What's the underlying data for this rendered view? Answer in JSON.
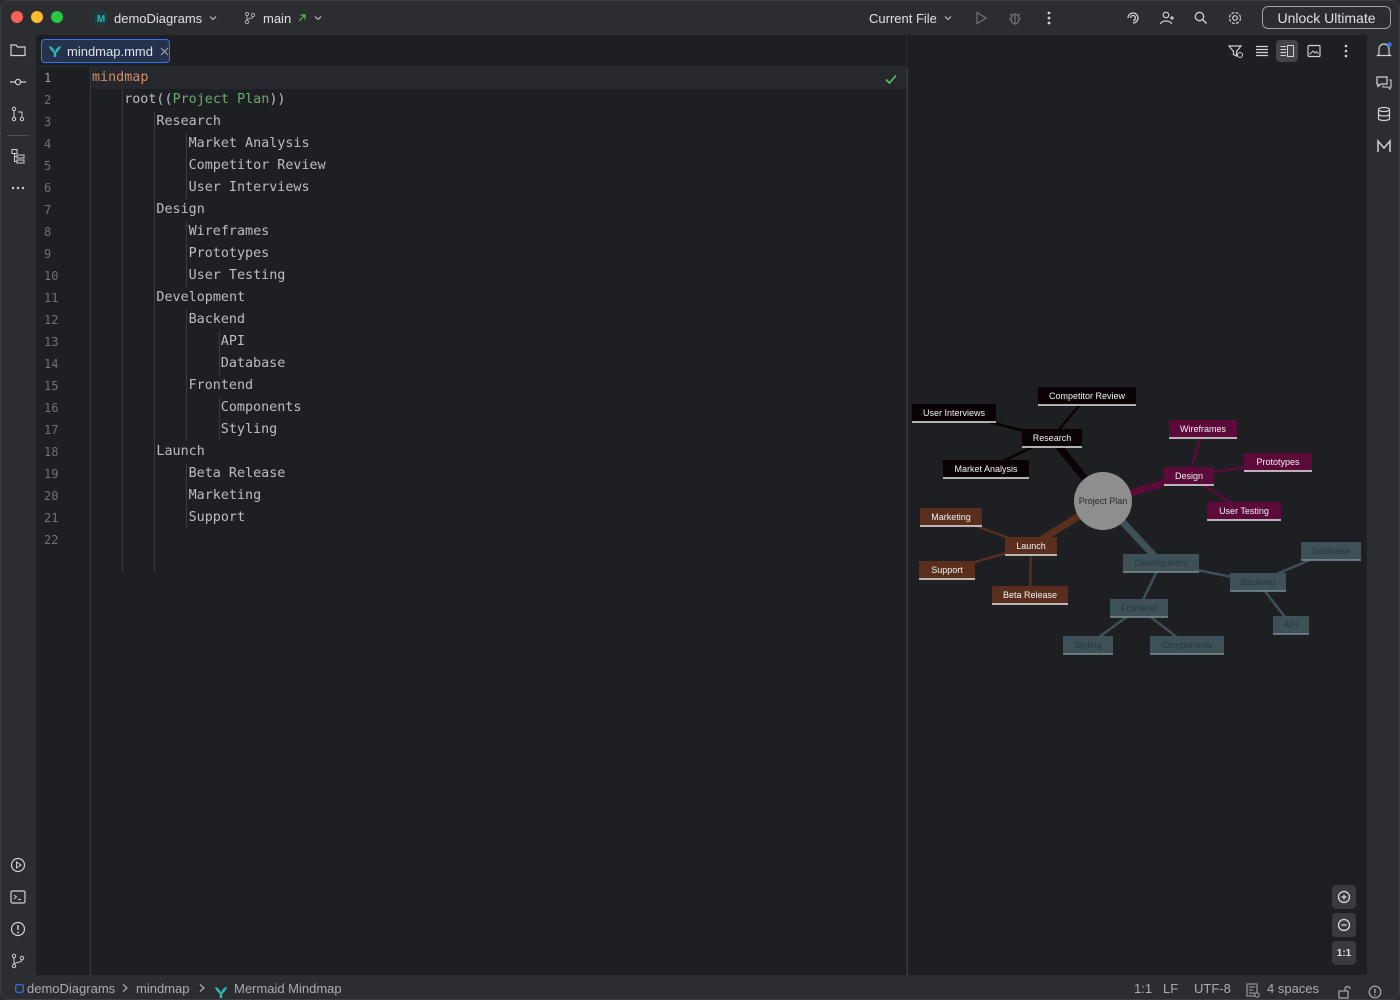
{
  "titlebar": {
    "project": "demoDiagrams",
    "branch": "main",
    "run_config": "Current File",
    "unlock_label": "Unlock Ultimate"
  },
  "tabs": [
    {
      "label": "mindmap.mmd"
    }
  ],
  "editor": {
    "lines": [
      {
        "n": "1",
        "indent": 0,
        "parts": [
          {
            "t": "mindmap",
            "c": "kw"
          }
        ]
      },
      {
        "n": "2",
        "indent": 1,
        "parts": [
          {
            "t": "root((",
            "c": ""
          },
          {
            "t": "Project Plan",
            "c": "str"
          },
          {
            "t": "))",
            "c": ""
          }
        ]
      },
      {
        "n": "3",
        "indent": 2,
        "parts": [
          {
            "t": "Research",
            "c": ""
          }
        ]
      },
      {
        "n": "4",
        "indent": 3,
        "parts": [
          {
            "t": "Market Analysis",
            "c": ""
          }
        ]
      },
      {
        "n": "5",
        "indent": 3,
        "parts": [
          {
            "t": "Competitor Review",
            "c": ""
          }
        ]
      },
      {
        "n": "6",
        "indent": 3,
        "parts": [
          {
            "t": "User Interviews",
            "c": ""
          }
        ]
      },
      {
        "n": "7",
        "indent": 2,
        "parts": [
          {
            "t": "Design",
            "c": ""
          }
        ]
      },
      {
        "n": "8",
        "indent": 3,
        "parts": [
          {
            "t": "Wireframes",
            "c": ""
          }
        ]
      },
      {
        "n": "9",
        "indent": 3,
        "parts": [
          {
            "t": "Prototypes",
            "c": ""
          }
        ]
      },
      {
        "n": "10",
        "indent": 3,
        "parts": [
          {
            "t": "User Testing",
            "c": ""
          }
        ]
      },
      {
        "n": "11",
        "indent": 2,
        "parts": [
          {
            "t": "Development",
            "c": ""
          }
        ]
      },
      {
        "n": "12",
        "indent": 3,
        "parts": [
          {
            "t": "Backend",
            "c": ""
          }
        ]
      },
      {
        "n": "13",
        "indent": 4,
        "parts": [
          {
            "t": "API",
            "c": ""
          }
        ]
      },
      {
        "n": "14",
        "indent": 4,
        "parts": [
          {
            "t": "Database",
            "c": ""
          }
        ]
      },
      {
        "n": "15",
        "indent": 3,
        "parts": [
          {
            "t": "Frontend",
            "c": ""
          }
        ]
      },
      {
        "n": "16",
        "indent": 4,
        "parts": [
          {
            "t": "Components",
            "c": ""
          }
        ]
      },
      {
        "n": "17",
        "indent": 4,
        "parts": [
          {
            "t": "Styling",
            "c": ""
          }
        ]
      },
      {
        "n": "18",
        "indent": 2,
        "parts": [
          {
            "t": "Launch",
            "c": ""
          }
        ]
      },
      {
        "n": "19",
        "indent": 3,
        "parts": [
          {
            "t": "Beta Release",
            "c": ""
          }
        ]
      },
      {
        "n": "20",
        "indent": 3,
        "parts": [
          {
            "t": "Marketing",
            "c": ""
          }
        ]
      },
      {
        "n": "21",
        "indent": 3,
        "parts": [
          {
            "t": "Support",
            "c": ""
          }
        ]
      },
      {
        "n": "22",
        "indent": 0,
        "parts": []
      }
    ]
  },
  "mindmap": {
    "root": "Project Plan",
    "colors": {
      "Research": "#0a0204",
      "Design": "#5c0a3a",
      "Development": "#3d5157",
      "Launch": "#5a2e1d"
    },
    "branches": [
      {
        "label": "Research",
        "children": [
          "Competitor Review",
          "User Interviews",
          "Market Analysis"
        ]
      },
      {
        "label": "Design",
        "children": [
          "Wireframes",
          "Prototypes",
          "User Testing"
        ]
      },
      {
        "label": "Development",
        "children": [
          "Backend",
          "Database",
          "API",
          "Frontend",
          "Styling",
          "Components"
        ]
      },
      {
        "label": "Launch",
        "children": [
          "Marketing",
          "Support",
          "Beta Release"
        ]
      }
    ]
  },
  "zoom": {
    "fit_label": "1:1"
  },
  "statusbar": {
    "crumbs": [
      "demoDiagrams",
      "mindmap",
      "Mermaid Mindmap"
    ],
    "position": "1:1",
    "line_sep": "LF",
    "encoding": "UTF-8",
    "indent": "4 spaces"
  },
  "icons": {
    "tab_icon": "mermaid-icon",
    "inspection": "check-icon"
  }
}
